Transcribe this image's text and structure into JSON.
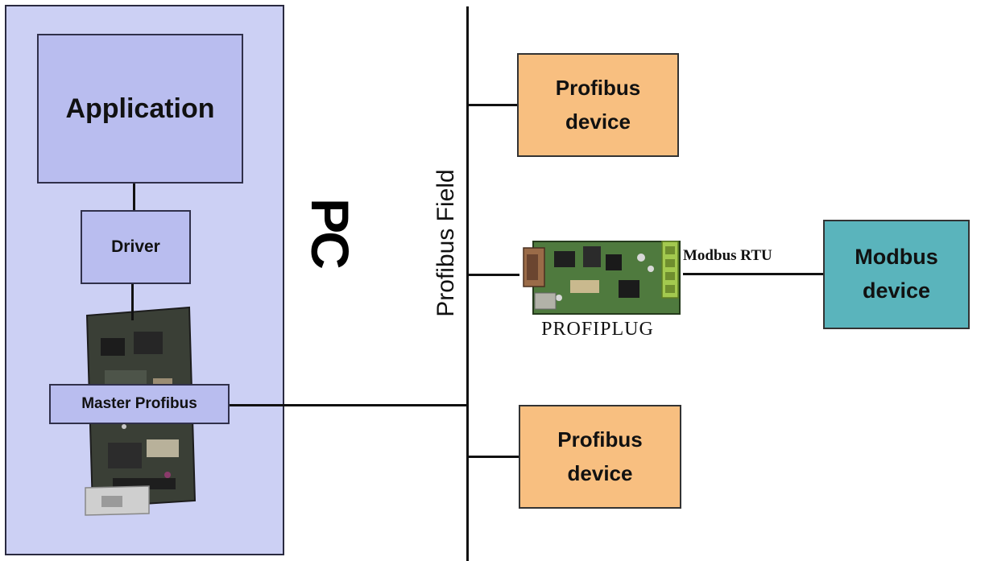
{
  "pc_panel": {
    "label": "PC",
    "application_box": {
      "label": "Application"
    },
    "driver_box": {
      "label": "Driver"
    },
    "master_box": {
      "label": "Master Profibus"
    }
  },
  "bus": {
    "label": "Profibus Field"
  },
  "profibus_device_top": {
    "line1": "Profibus",
    "line2": "device"
  },
  "profibus_device_bottom": {
    "line1": "Profibus",
    "line2": "device"
  },
  "profiplug": {
    "label": "PROFIPLUG"
  },
  "modbus_link": {
    "label": "Modbus RTU"
  },
  "modbus_device": {
    "line1": "Modbus",
    "line2": "device"
  },
  "colors": {
    "pc_panel": "#ccd0f4",
    "inner_boxes": "#b9bdef",
    "profibus_device": "#f8bf80",
    "modbus_device": "#5ab4bc"
  },
  "icons": {
    "pc_card": "pci-card-photo-icon",
    "profiplug": "profiplug-board-photo-icon"
  }
}
